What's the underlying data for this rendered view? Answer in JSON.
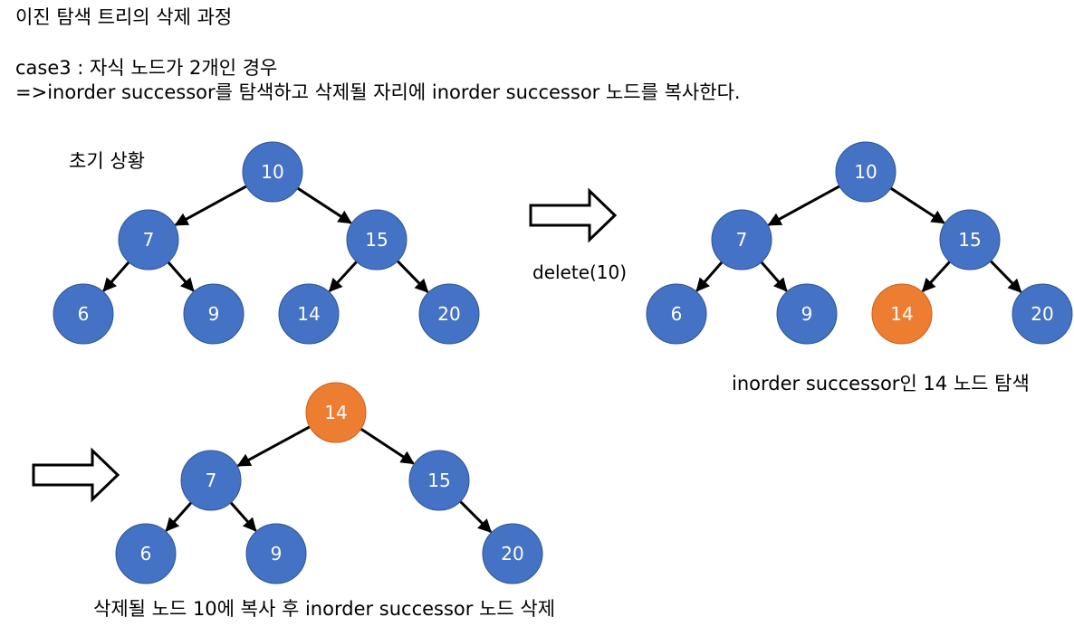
{
  "title": "이진 탐색 트리의 삭제 과정",
  "case_line": "case3 : 자식 노드가 2개인 경우",
  "rule_line": "=>inorder successor를 탐색하고 삭제될 자리에 inorder successor 노드를 복사한다.",
  "initial_label": "초기 상황",
  "op_label": "delete(10)",
  "step2_caption": "inorder successor인 14 노드 탐색",
  "step3_caption": "삭제될 노드 10에 복사 후 inorder successor 노드 삭제",
  "colors": {
    "node_blue": "#4472C4",
    "node_orange": "#ED7D31",
    "edge": "#000000"
  },
  "trees": [
    {
      "name": "initial-tree",
      "nodes": [
        {
          "id": "root",
          "label": "10",
          "color": "blue"
        },
        {
          "id": "l",
          "label": "7",
          "color": "blue"
        },
        {
          "id": "r",
          "label": "15",
          "color": "blue"
        },
        {
          "id": "ll",
          "label": "6",
          "color": "blue"
        },
        {
          "id": "lr",
          "label": "9",
          "color": "blue"
        },
        {
          "id": "rl",
          "label": "14",
          "color": "blue"
        },
        {
          "id": "rr",
          "label": "20",
          "color": "blue"
        }
      ]
    },
    {
      "name": "search-tree",
      "nodes": [
        {
          "id": "root",
          "label": "10",
          "color": "blue"
        },
        {
          "id": "l",
          "label": "7",
          "color": "blue"
        },
        {
          "id": "r",
          "label": "15",
          "color": "blue"
        },
        {
          "id": "ll",
          "label": "6",
          "color": "blue"
        },
        {
          "id": "lr",
          "label": "9",
          "color": "blue"
        },
        {
          "id": "rl",
          "label": "14",
          "color": "orange"
        },
        {
          "id": "rr",
          "label": "20",
          "color": "blue"
        }
      ]
    },
    {
      "name": "result-tree",
      "nodes": [
        {
          "id": "root",
          "label": "14",
          "color": "orange"
        },
        {
          "id": "l",
          "label": "7",
          "color": "blue"
        },
        {
          "id": "r",
          "label": "15",
          "color": "blue"
        },
        {
          "id": "ll",
          "label": "6",
          "color": "blue"
        },
        {
          "id": "lr",
          "label": "9",
          "color": "blue"
        },
        {
          "id": "rr",
          "label": "20",
          "color": "blue"
        }
      ]
    }
  ]
}
